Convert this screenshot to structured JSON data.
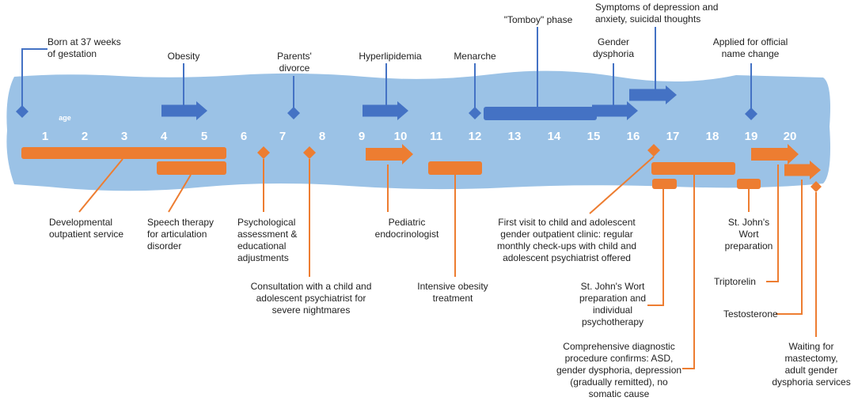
{
  "colors": {
    "band": "#9bc2e6",
    "blue": "#4472c4",
    "orange": "#ed7d31",
    "age_text": "#ffffff",
    "label_text": "#222222"
  },
  "age_axis": {
    "unit_label": "age",
    "ticks": [
      "1",
      "2",
      "3",
      "4",
      "5",
      "6",
      "7",
      "8",
      "9",
      "10",
      "11",
      "12",
      "13",
      "14",
      "15",
      "16",
      "17",
      "18",
      "19",
      "20"
    ]
  },
  "blue_events": [
    {
      "label": "Born at 37 weeks\nof gestation",
      "marker": "diamond"
    },
    {
      "label": "Obesity",
      "marker": "arrow"
    },
    {
      "label": "Parents'\ndivorce",
      "marker": "diamond"
    },
    {
      "label": "Hyperlipidemia",
      "marker": "arrow"
    },
    {
      "label": "Menarche",
      "marker": "diamond"
    },
    {
      "label": "\"Tomboy\" phase",
      "marker": "bar"
    },
    {
      "label": "Gender\ndysphoria",
      "marker": "arrow"
    },
    {
      "label": "Symptoms of depression and\nanxiety, suicidal thoughts",
      "marker": "arrow"
    },
    {
      "label": "Applied for official\nname change",
      "marker": "diamond"
    }
  ],
  "orange_events": [
    {
      "label": "Developmental\noutpatient service",
      "marker": "bar"
    },
    {
      "label": "Speech therapy\nfor articulation\ndisorder",
      "marker": "bar"
    },
    {
      "label": "Psychological\nassessment &\neducational\nadjustments",
      "marker": "diamond"
    },
    {
      "label": "Consultation with a child and\nadolescent psychiatrist for\nsevere nightmares",
      "marker": "diamond"
    },
    {
      "label": "Pediatric\nendocrinologist",
      "marker": "arrow"
    },
    {
      "label": "Intensive obesity\ntreatment",
      "marker": "bar"
    },
    {
      "label": "First visit to child and adolescent\ngender outpatient clinic: regular\nmonthly check-ups with child and\nadolescent psychiatrist offered",
      "marker": "diamond"
    },
    {
      "label": "St. John's Wort\npreparation and\nindividual\npsychotherapy",
      "marker": "bar"
    },
    {
      "label": "Comprehensive diagnostic\nprocedure confirms: ASD,\ngender dysphoria, depression\n(gradually remitted), no\nsomatic cause",
      "marker": "bar"
    },
    {
      "label": "St. John's\nWort\npreparation",
      "marker": "bar"
    },
    {
      "label": "Triptorelin",
      "marker": "arrow"
    },
    {
      "label": "Testosterone",
      "marker": "arrow"
    },
    {
      "label": "Waiting for\nmastectomy,\nadult gender\ndysphoria services",
      "marker": "diamond"
    }
  ]
}
